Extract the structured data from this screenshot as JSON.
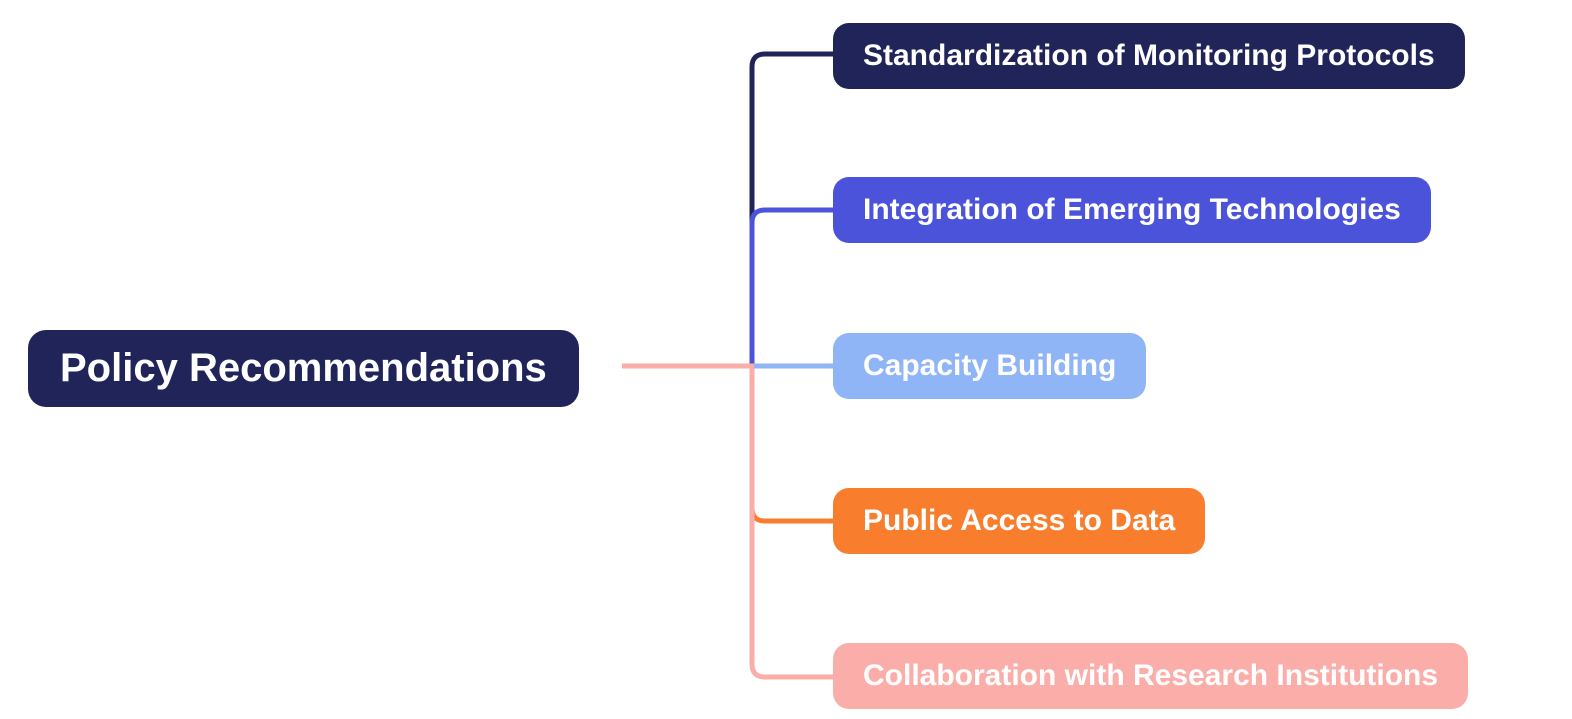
{
  "diagram": {
    "type": "mindmap",
    "background": "#ffffff",
    "root": {
      "label": "Policy Recommendations",
      "bg_color": "#212459",
      "text_color": "#ffffff"
    },
    "children": [
      {
        "label": "Standardization of Monitoring Protocols",
        "bg_color": "#212459",
        "text_color": "#ffffff",
        "connector_color": "#212459"
      },
      {
        "label": "Integration of Emerging Technologies",
        "bg_color": "#4a53d9",
        "text_color": "#ffffff",
        "connector_color": "#4a53d9"
      },
      {
        "label": "Capacity Building",
        "bg_color": "#8fb5f7",
        "text_color": "#ffffff",
        "connector_color": "#8fb5f7"
      },
      {
        "label": "Public Access to Data",
        "bg_color": "#f87d2d",
        "text_color": "#ffffff",
        "connector_color": "#f87d2d"
      },
      {
        "label": "Collaboration with Research Institutions",
        "bg_color": "#fbaea9",
        "text_color": "#ffffff",
        "connector_color": "#fbaea9"
      }
    ],
    "root_connector_color": "#fbaea9"
  }
}
